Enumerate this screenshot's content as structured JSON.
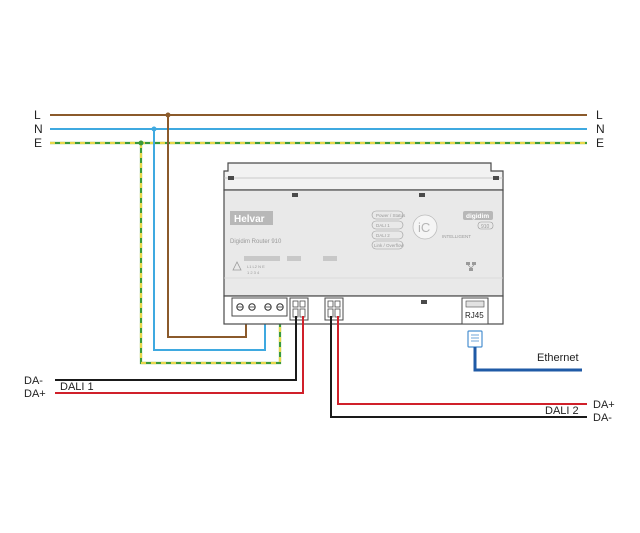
{
  "mains": {
    "left": [
      "L",
      "N",
      "E"
    ],
    "right": [
      "L",
      "N",
      "E"
    ]
  },
  "device": {
    "brand": "Helvar",
    "model": "Digidim Router 910",
    "port_label": "RJ45",
    "logo_text": "digidim",
    "logo_sub": "910",
    "ic_text": "iC",
    "intelligent_text": "INTELLIGENT",
    "status_leds": [
      "Power / Status",
      "DALI 1",
      "DALI 2",
      "Link / Overflow"
    ]
  },
  "wires": {
    "dali1": {
      "name": "DALI 1",
      "minus": "DA-",
      "plus": "DA+"
    },
    "dali2": {
      "name": "DALI 2",
      "minus": "DA-",
      "plus": "DA+"
    },
    "ethernet": "Ethernet"
  },
  "colors": {
    "live": "#8b5a2b",
    "neutral": "#3fa9e0",
    "earth_green": "#3a9a3a",
    "earth_yellow": "#e8d84a",
    "dali_minus": "#1a1a1a",
    "dali_plus": "#d0202a",
    "ethernet": "#1f5aa6",
    "device_body": "#e9e9e9",
    "device_outline": "#4a4a4a"
  }
}
